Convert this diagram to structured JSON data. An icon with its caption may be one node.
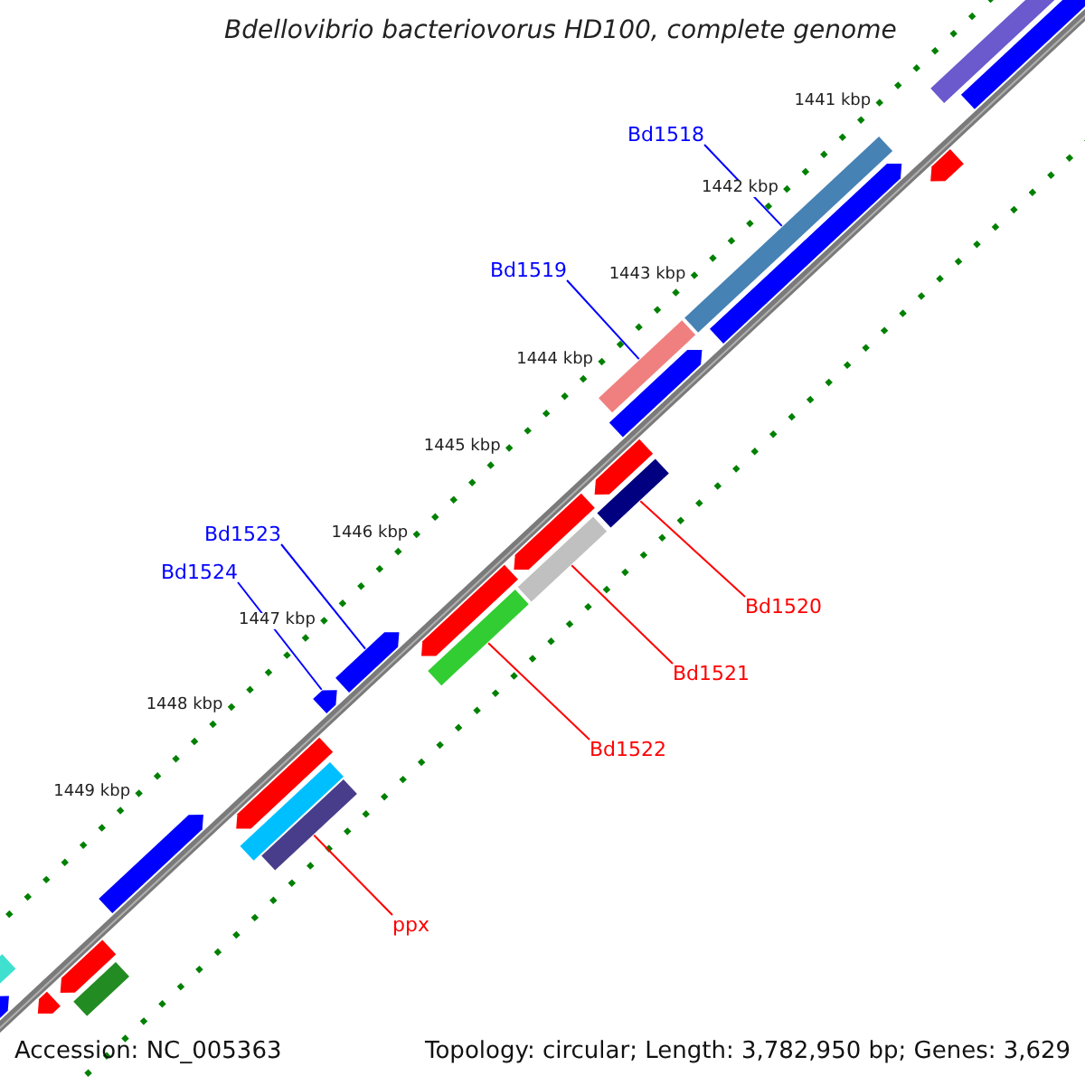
{
  "diagram": {
    "title": "Bdellovibrio bacteriovorus HD100, complete genome",
    "nodes": [
      {
        "text": [
          "Bd1518"
        ]
      },
      {
        "text": [
          "Bd1519"
        ]
      },
      {
        "text": [
          "Bd1523"
        ]
      },
      {
        "text": [
          "Bd1524"
        ]
      },
      {
        "text": [
          "Bd1520"
        ]
      },
      {
        "text": [
          "Bd1521"
        ]
      },
      {
        "text": [
          "Bd1522"
        ]
      },
      {
        "text": [
          "ppx"
        ]
      },
      {
        "text": [],
        "shape": "bar"
      },
      {
        "text": [],
        "shape": "bar"
      },
      {
        "text": [],
        "shape": "bar"
      },
      {
        "text": [],
        "shape": "bar"
      },
      {
        "text": [],
        "shape": "bar"
      },
      {
        "text": [],
        "shape": "bar"
      },
      {
        "text": [],
        "shape": "bar"
      },
      {
        "text": [],
        "shape": "bar"
      }
    ],
    "edges": [
      {
        "from": 0,
        "to": 8,
        "arrow": "none",
        "color": "#0000ff"
      },
      {
        "from": 1,
        "to": 9,
        "arrow": "none",
        "color": "#0000ff"
      },
      {
        "from": 2,
        "to": 10,
        "arrow": "none",
        "color": "#0000ff"
      },
      {
        "from": 3,
        "to": 11,
        "arrow": "none",
        "color": "#0000ff"
      },
      {
        "from": 4,
        "to": 12,
        "arrow": "none",
        "color": "#ff0000"
      },
      {
        "from": 5,
        "to": 13,
        "arrow": "none",
        "color": "#ff0000"
      },
      {
        "from": 6,
        "to": 14,
        "arrow": "none",
        "color": "#ff0000"
      },
      {
        "from": 7,
        "to": 15,
        "arrow": "none",
        "color": "#ff0000"
      }
    ],
    "labels": [
      "1441 kbp",
      "1442 kbp",
      "1443 kbp",
      "1444 kbp",
      "1445 kbp",
      "1446 kbp",
      "1447 kbp",
      "1448 kbp",
      "1449 kbp",
      "Accession: NC_005363",
      "Topology: circular; Length: 3,782,950 bp; Genes: 3,629"
    ]
  }
}
